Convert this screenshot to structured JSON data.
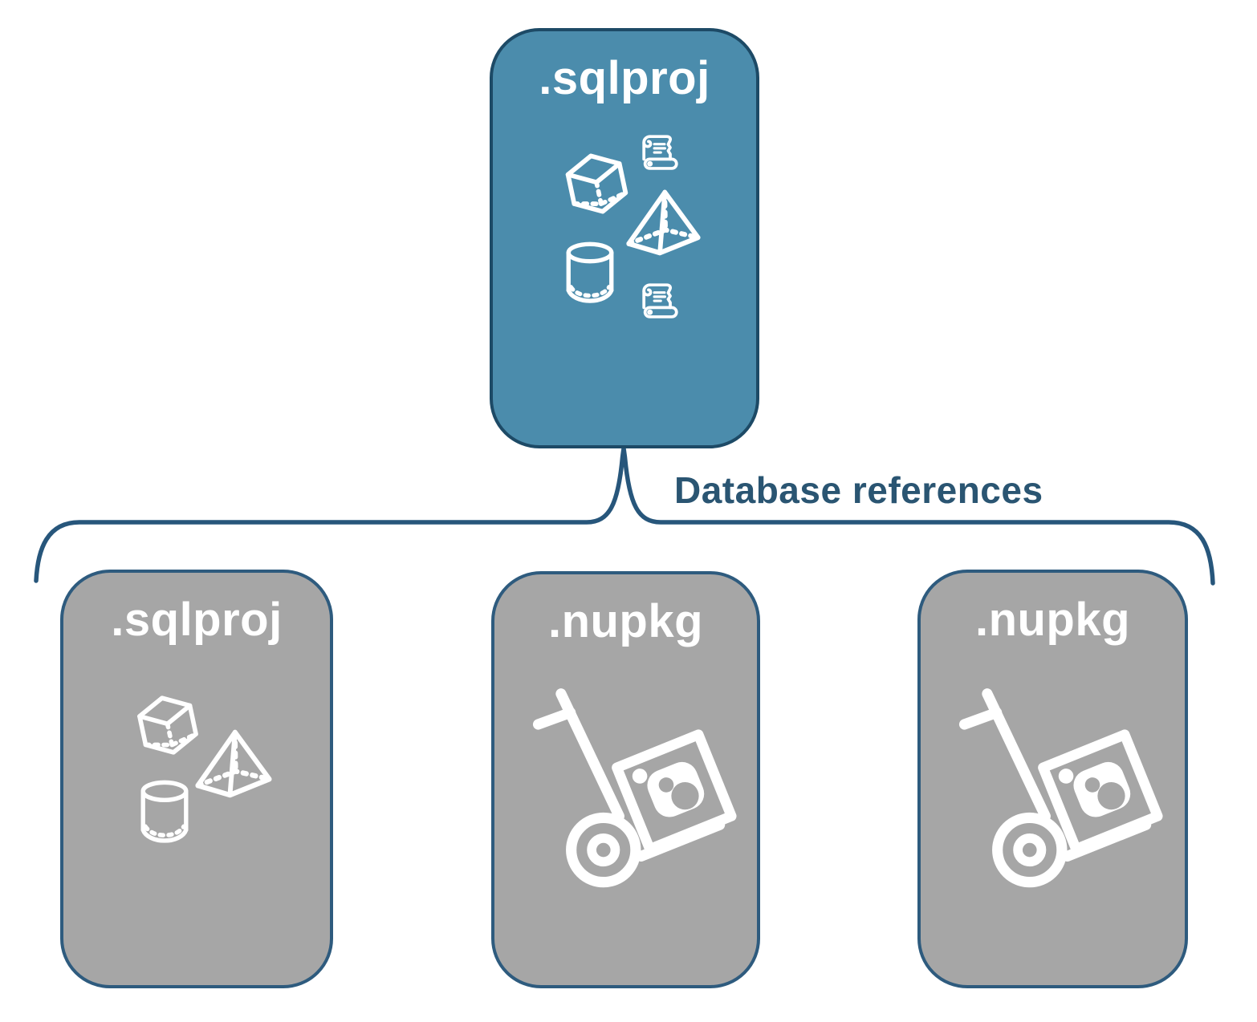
{
  "diagram": {
    "connector_label": "Database references",
    "root": {
      "label": ".sqlproj",
      "icons": [
        "scroll-icon",
        "cube-icon",
        "pyramid-icon",
        "database-cylinder-icon",
        "scroll-icon"
      ]
    },
    "children": [
      {
        "label": ".sqlproj",
        "icons": [
          "cube-icon",
          "pyramid-icon",
          "database-cylinder-icon"
        ]
      },
      {
        "label": ".nupkg",
        "icons": [
          "package-dolly-icon"
        ]
      },
      {
        "label": ".nupkg",
        "icons": [
          "package-dolly-icon"
        ]
      }
    ],
    "colors": {
      "root_fill": "#4B8CAC",
      "root_border": "#1D4A66",
      "child_fill": "#A6A6A6",
      "child_border": "#2E5B7E",
      "connector": "#27567B",
      "label_text": "#2A5572",
      "icon_stroke": "#FFFFFF"
    }
  }
}
